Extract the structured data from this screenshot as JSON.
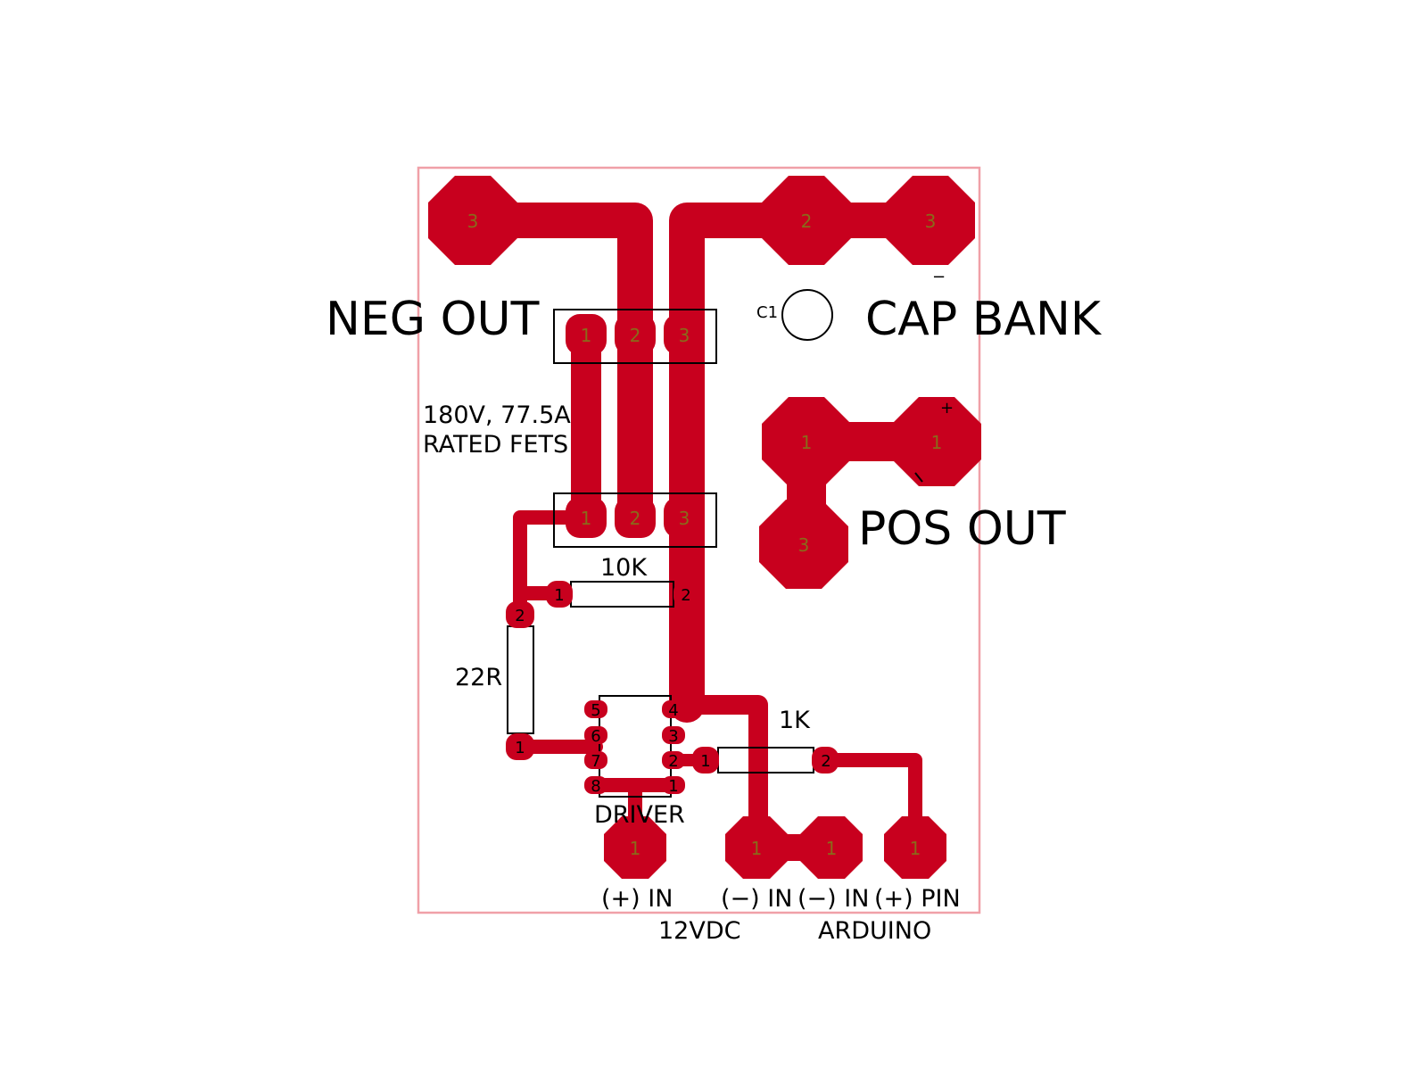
{
  "labels": {
    "neg_out": "NEG OUT",
    "cap_bank": "CAP BANK",
    "pos_out": "POS OUT",
    "cap_ref": "C1",
    "fet_rating_line1": "180V, 77.5A",
    "fet_rating_line2": "RATED FETS",
    "r_10k": "10K",
    "r_22r": "22R",
    "r_1k": "1K",
    "driver": "DRIVER",
    "plus_in": "(+) IN",
    "minus_in_1": "(−) IN",
    "minus_in_2": "(−) IN",
    "plus_pin": "(+) PIN",
    "supply_12v": "12VDC",
    "arduino": "ARDUINO",
    "cap_minus": "−",
    "cap_plus": "+"
  },
  "pads": {
    "neg_out_pad": "3",
    "cap_bank_pad_a": "2",
    "cap_bank_pad_b": "3",
    "pos_out_pad_a": "1",
    "pos_out_pad_b": "1",
    "pos_out_pad_c": "3",
    "fet_top": [
      "1",
      "2",
      "3"
    ],
    "fet_bottom": [
      "1",
      "2",
      "3"
    ],
    "r10k": [
      "1",
      "2"
    ],
    "r22r": [
      "2",
      "1"
    ],
    "r1k": [
      "1",
      "2"
    ],
    "driver_left": [
      "5",
      "6",
      "7",
      "8"
    ],
    "driver_right": [
      "4",
      "3",
      "2",
      "1"
    ],
    "plus_in_pad": "1",
    "minus_in_pad_1": "1",
    "minus_in_pad_2": "1",
    "plus_pin_pad": "1"
  },
  "colors": {
    "copper": "#c8001e",
    "board_outline": "#f0a0a8",
    "silkscreen": "#000000",
    "pad_label": "#8a6a1a"
  }
}
